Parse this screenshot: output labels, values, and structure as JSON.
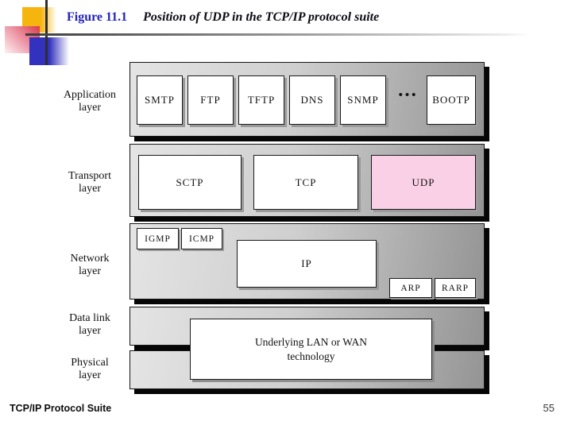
{
  "header": {
    "figure_label": "Figure 11.1",
    "figure_title": "Position of UDP in the TCP/IP protocol suite"
  },
  "diagram": {
    "application": {
      "label": "Application\nlayer",
      "boxes": [
        "SMTP",
        "FTP",
        "TFTP",
        "DNS",
        "SNMP"
      ],
      "ellipsis": "•••",
      "last_box": "BOOTP"
    },
    "transport": {
      "label": "Transport\nlayer",
      "boxes": [
        "SCTP",
        "TCP",
        "UDP"
      ],
      "highlighted_box": "UDP"
    },
    "network": {
      "label": "Network\nlayer",
      "top_boxes": [
        "IGMP",
        "ICMP"
      ],
      "main_box": "IP",
      "bottom_boxes": [
        "ARP",
        "RARP"
      ]
    },
    "datalink": {
      "label": "Data link\nlayer"
    },
    "physical": {
      "label": "Physical\nlayer"
    },
    "lanwan": {
      "text": "Underlying LAN or WAN\ntechnology"
    }
  },
  "footer": {
    "left_text": "TCP/IP Protocol Suite",
    "page_number": "55"
  },
  "colors": {
    "highlight": "#fad0e6",
    "figure_label_blue": "#2222bb"
  }
}
